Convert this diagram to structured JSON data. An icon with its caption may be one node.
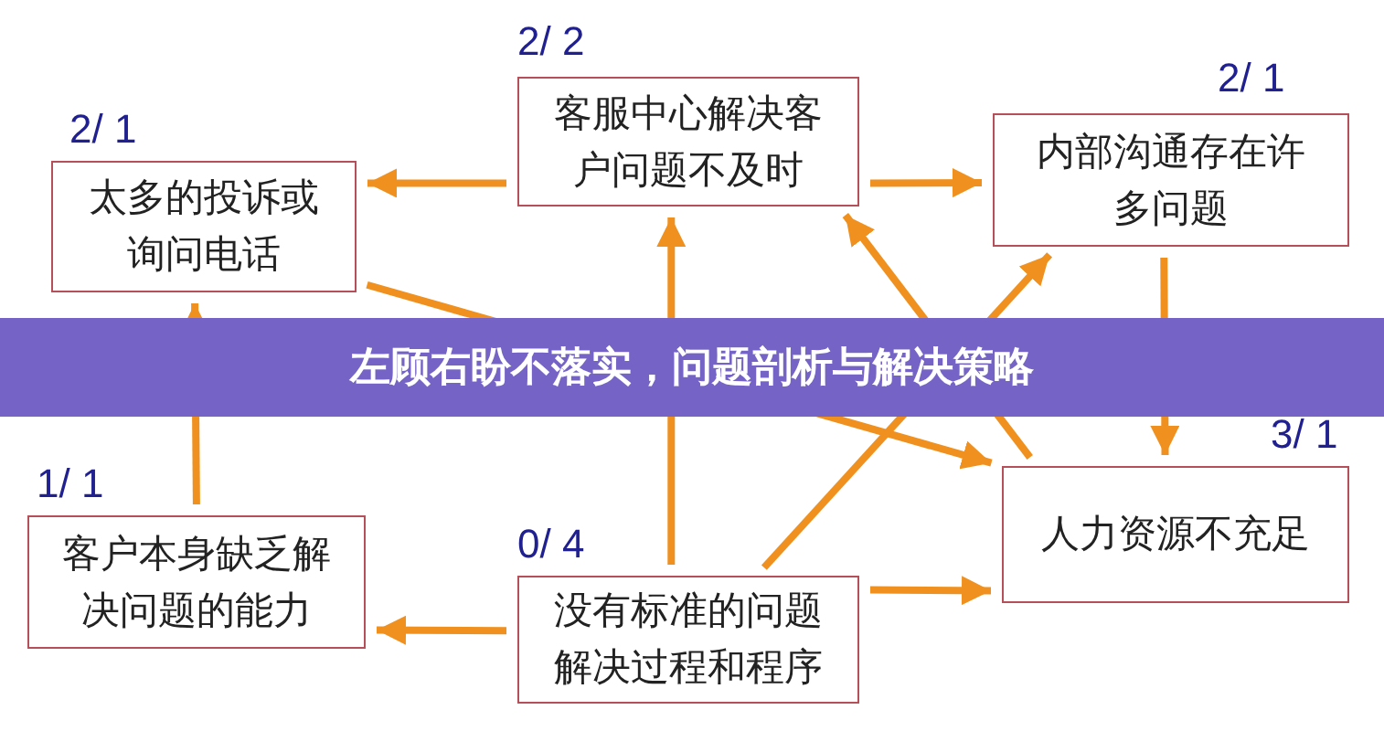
{
  "diagram": {
    "title": "左顾右盼不落实，问题剖析与解决策略",
    "nodes": [
      {
        "text": [
          "客服中心解决客户问题不及时"
        ],
        "beside": [
          "2/ 2"
        ]
      },
      {
        "text": [
          "太多的投诉或询问电话"
        ],
        "beside": [
          "2/ 1"
        ]
      },
      {
        "text": [
          "内部沟通存在许多问题"
        ],
        "beside": [
          "2/ 1"
        ]
      },
      {
        "text": [
          "人力资源不充足"
        ],
        "beside": [
          "3/ 1"
        ]
      },
      {
        "text": [
          "客户本身缺乏解决问题的能力"
        ],
        "beside": [
          "1/ 1"
        ]
      },
      {
        "text": [
          "没有标准的问题解决过程和程序"
        ],
        "beside": [
          "0/ 4"
        ]
      }
    ],
    "edges": [
      {
        "from": 0,
        "to": 1,
        "arrow": "to"
      },
      {
        "from": 0,
        "to": 2,
        "arrow": "to"
      },
      {
        "from": 1,
        "to": 3,
        "arrow": "to"
      },
      {
        "from": 3,
        "to": 0,
        "arrow": "to"
      },
      {
        "from": 5,
        "to": 2,
        "arrow": "to"
      },
      {
        "from": 2,
        "to": 3,
        "arrow": "to"
      },
      {
        "from": 5,
        "to": 0,
        "arrow": "to"
      },
      {
        "from": 5,
        "to": 4,
        "arrow": "to"
      },
      {
        "from": 5,
        "to": 3,
        "arrow": "to"
      },
      {
        "from": 4,
        "to": 1,
        "arrow": "to"
      }
    ]
  }
}
